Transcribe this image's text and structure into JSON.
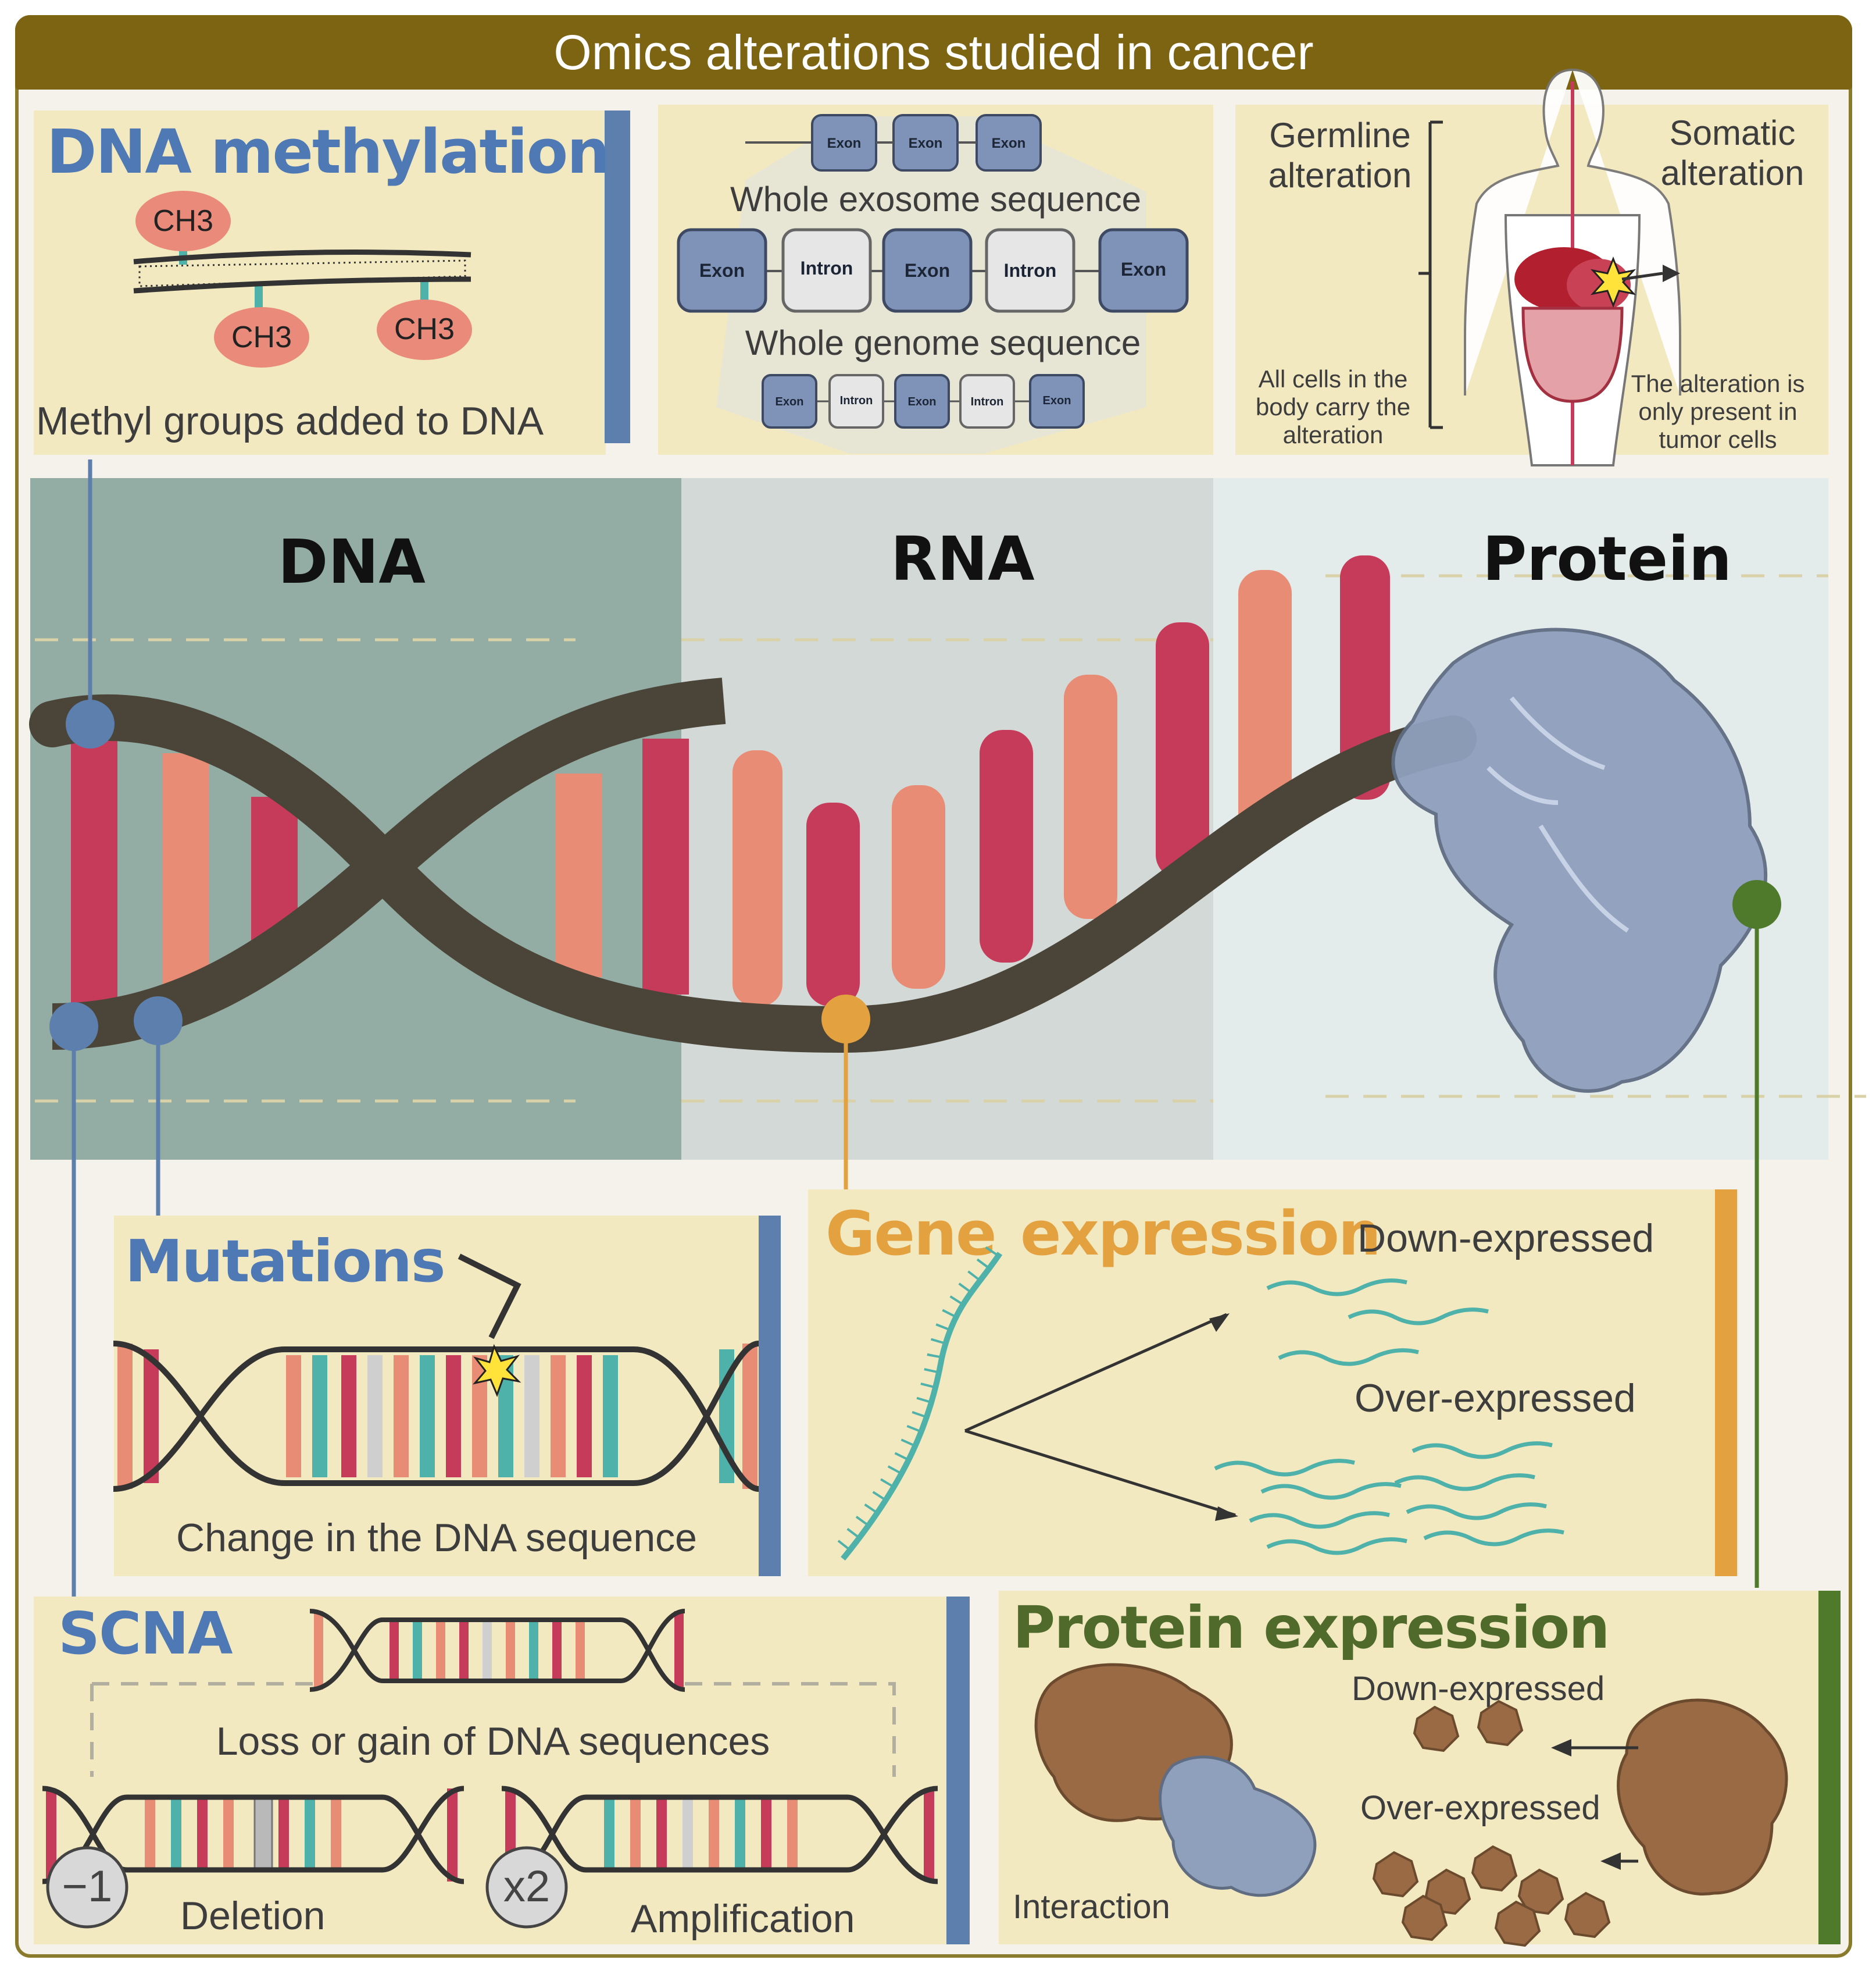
{
  "title": "Omics alterations studied in cancer",
  "dna_methylation": {
    "heading": "DNA methylation",
    "ch3": "CH3",
    "caption": "Methyl groups added to DNA"
  },
  "sequencing": {
    "exon": "Exon",
    "intron": "Intron",
    "exome_label": "Whole exosome sequence",
    "genome_label": "Whole genome sequence"
  },
  "germline": {
    "germline_label": "Germline alteration",
    "somatic_label": "Somatic alteration",
    "germline_note": "All cells in the body carry the alteration",
    "somatic_note": "The alteration is only present in tumor cells"
  },
  "layers": {
    "dna": "DNA",
    "rna": "RNA",
    "protein": "Protein"
  },
  "mutations": {
    "heading": "Mutations",
    "caption": "Change in the DNA sequence"
  },
  "gene_expression": {
    "heading_part1": "Gene",
    "heading_part2": "expression",
    "down_label": "Down-expressed",
    "over_label": "Over-expressed"
  },
  "scna": {
    "heading": "SCNA",
    "caption": "Loss or gain of DNA sequences",
    "deletion_badge": "−1",
    "deletion_label": "Deletion",
    "amplification_badge": "x2",
    "amplification_label": "Amplification"
  },
  "protein_expression": {
    "heading": "Protein expression",
    "down_label": "Down-expressed",
    "over_label": "Over-expressed",
    "interaction_label": "Interaction"
  },
  "colors": {
    "frame": "#8a7a2c",
    "title_bar": "#7d6412",
    "panel": "#f3e9c1",
    "blue_accent": "#5d7fae",
    "orange_accent": "#e3a13f",
    "green_accent": "#4f7a2c",
    "strand": "#4a4538",
    "bar_dark": "#c63b5a",
    "bar_light": "#e98c75",
    "teal": "#4fb2aa",
    "protein_blue": "#8fa0bd",
    "protein_brown": "#9a6a45"
  }
}
